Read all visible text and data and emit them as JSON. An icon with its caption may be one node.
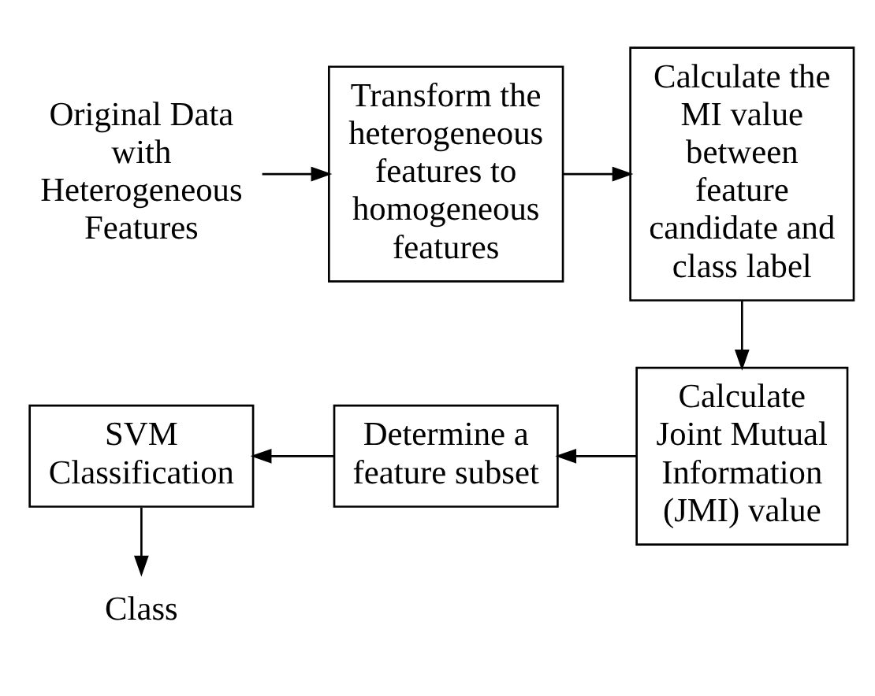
{
  "diagram": {
    "nodes": [
      {
        "text": [
          "Original Data with Heterogeneous Features"
        ]
      },
      {
        "text": [
          "Transform the heterogeneous features to homogeneous features"
        ]
      },
      {
        "text": [
          "Calculate the MI value between feature candidate and class label"
        ]
      },
      {
        "text": [
          "SVM Classification"
        ]
      },
      {
        "text": [
          "Determine a feature subset"
        ]
      },
      {
        "text": [
          "Calculate Joint Mutual Information (JMI) value"
        ]
      },
      {
        "text": [
          "Class"
        ]
      }
    ],
    "edges": [
      {
        "from": 0,
        "to": 1,
        "arrow": "to"
      },
      {
        "from": 1,
        "to": 2,
        "arrow": "to"
      },
      {
        "from": 2,
        "to": 5,
        "arrow": "to"
      },
      {
        "from": 5,
        "to": 4,
        "arrow": "to"
      },
      {
        "from": 4,
        "to": 3,
        "arrow": "to"
      },
      {
        "from": 3,
        "to": 6,
        "arrow": "to"
      }
    ]
  }
}
